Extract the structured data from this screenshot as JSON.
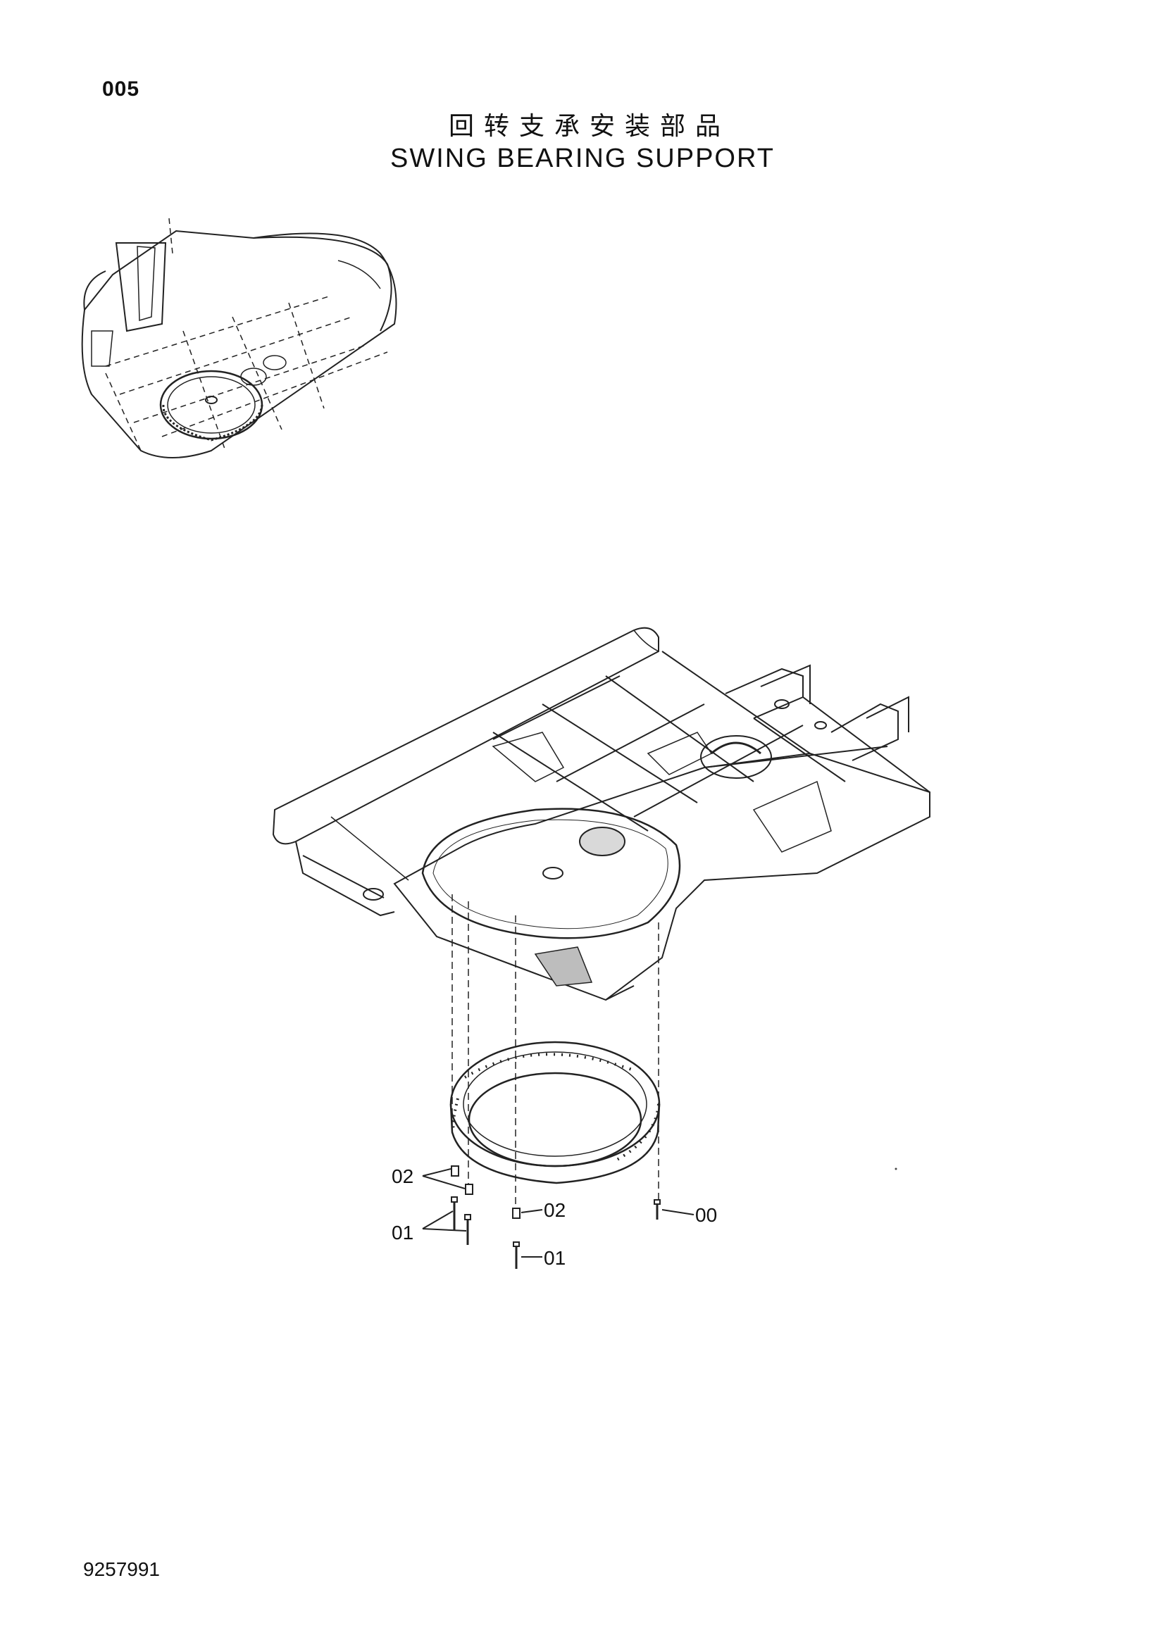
{
  "header": {
    "page_number": "005",
    "title_cn": "回转支承安装部品",
    "title_en": "SWING BEARING SUPPORT"
  },
  "callouts": [
    {
      "id": "02a",
      "label": "02"
    },
    {
      "id": "01a",
      "label": "01"
    },
    {
      "id": "02b",
      "label": "02"
    },
    {
      "id": "01b",
      "label": "01"
    },
    {
      "id": "00",
      "label": "00"
    }
  ],
  "footer": {
    "document_number": "9257991"
  }
}
